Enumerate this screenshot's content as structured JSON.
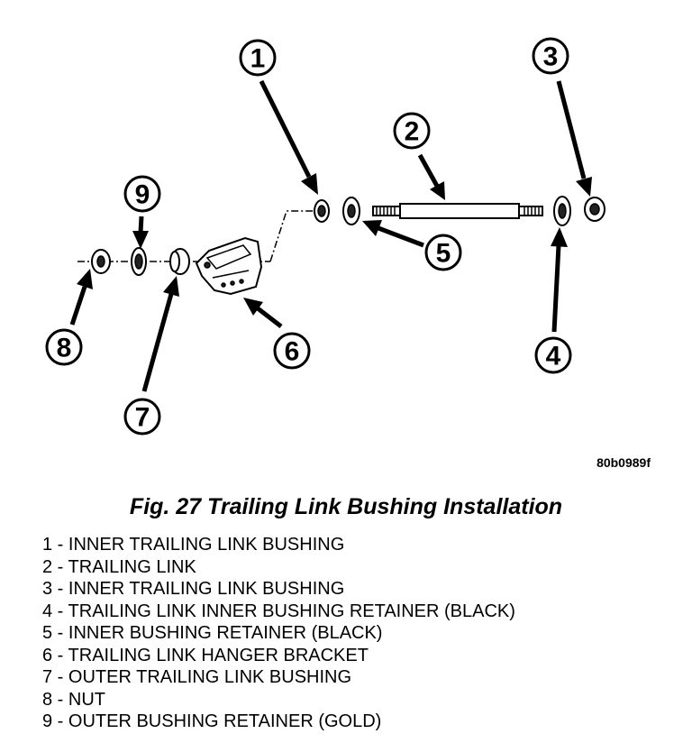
{
  "diagram": {
    "callouts": [
      "1",
      "2",
      "3",
      "4",
      "5",
      "6",
      "7",
      "8",
      "9"
    ],
    "figure_code": "80b0989f"
  },
  "title": "Fig. 27 Trailing Link Bushing Installation",
  "legend": [
    {
      "num": "1",
      "text": "INNER TRAILING LINK BUSHING"
    },
    {
      "num": "2",
      "text": "TRAILING LINK"
    },
    {
      "num": "3",
      "text": "INNER TRAILING LINK BUSHING"
    },
    {
      "num": "4",
      "text": "TRAILING LINK INNER BUSHING RETAINER (BLACK)"
    },
    {
      "num": "5",
      "text": "INNER BUSHING RETAINER (BLACK)"
    },
    {
      "num": "6",
      "text": "TRAILING LINK HANGER BRACKET"
    },
    {
      "num": "7",
      "text": "OUTER TRAILING LINK BUSHING"
    },
    {
      "num": "8",
      "text": "NUT"
    },
    {
      "num": "9",
      "text": "OUTER BUSHING RETAINER (GOLD)"
    }
  ]
}
